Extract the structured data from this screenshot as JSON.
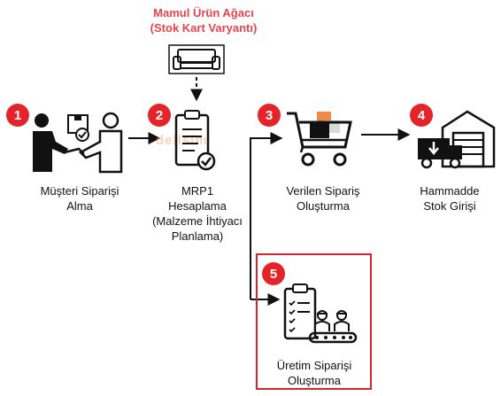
{
  "title": {
    "line1": "Mamul Ürün Ağacı",
    "line2": "(Stok Kart Varyantı)"
  },
  "steps": [
    {
      "number": "1",
      "line1": "Müşteri Siparişi",
      "line2": "Alma",
      "line3": "",
      "line4": ""
    },
    {
      "number": "2",
      "line1": "MRP1",
      "line2": "Hesaplama",
      "line3": "(Malzeme İhtiyacı",
      "line4": "Planlama)"
    },
    {
      "number": "3",
      "line1": "Verilen Sipariş",
      "line2": "Oluşturma",
      "line3": "",
      "line4": ""
    },
    {
      "number": "4",
      "line1": "Hammadde",
      "line2": "Stok Girişi",
      "line3": "",
      "line4": ""
    },
    {
      "number": "5",
      "line1": "Üretim Siparişi",
      "line2": "Oluşturma",
      "line3": "",
      "line4": ""
    }
  ],
  "watermark": "dellsim",
  "colors": {
    "badge": "#e5242a",
    "title": "#e5444c",
    "highlight_box": "#d32630",
    "cart_accent": "#f08a4b"
  }
}
